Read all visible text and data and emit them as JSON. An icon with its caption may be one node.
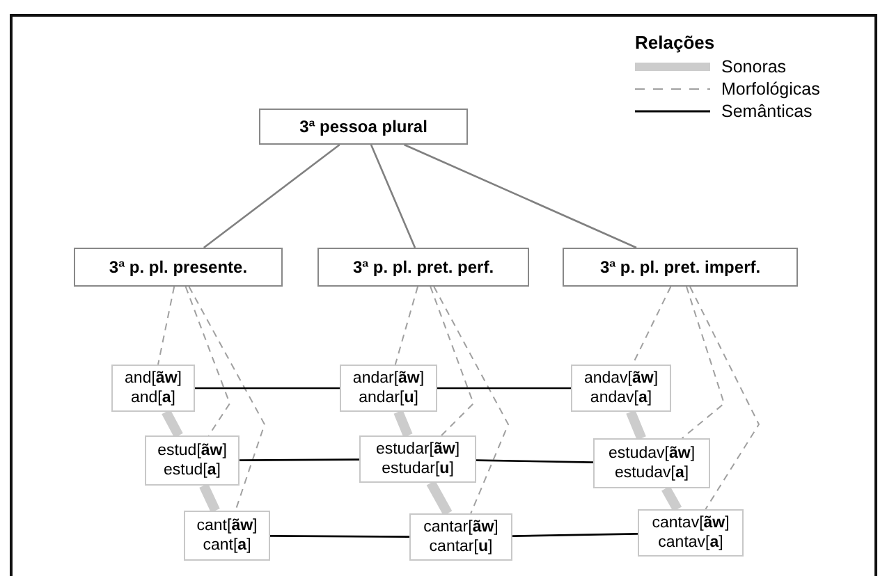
{
  "diagram": {
    "nodes": [
      {
        "text": [
          "3ª pessoa plural"
        ]
      },
      {
        "text": [
          "3ª p. pl. presente."
        ]
      },
      {
        "text": [
          "3ª p. pl. pret. perf."
        ]
      },
      {
        "text": [
          "3ª p. pl. pret. imperf."
        ]
      },
      {
        "text": [
          "and[**ãw**]",
          "and[**a**]"
        ]
      },
      {
        "text": [
          "andar[**ãw**]",
          "andar[**u**]"
        ]
      },
      {
        "text": [
          "andav[**ãw**]",
          "andav[**a**]"
        ]
      },
      {
        "text": [
          "estud[**ãw**]",
          "estud[**a**]"
        ]
      },
      {
        "text": [
          "estudar[**ãw**]",
          "estudar[**u**]"
        ]
      },
      {
        "text": [
          "estudav[**ãw**]",
          "estudav[**a**]"
        ]
      },
      {
        "text": [
          "cant[**ãw**]",
          "cant[**a**]"
        ]
      },
      {
        "text": [
          "cantar[**ãw**]",
          "cantar[**u**]"
        ]
      },
      {
        "text": [
          "cantav[**ãw**]",
          "cantav[**a**]"
        ]
      }
    ],
    "edges": [
      {
        "from": 0,
        "to": 1,
        "arrow": "none",
        "color": "#808080"
      },
      {
        "from": 0,
        "to": 2,
        "arrow": "none",
        "color": "#808080"
      },
      {
        "from": 0,
        "to": 3,
        "arrow": "none",
        "color": "#808080"
      },
      {
        "from": 1,
        "to": 4,
        "arrow": "none",
        "style": "dashed",
        "color": "#a0a0a0"
      },
      {
        "from": 1,
        "to": 7,
        "arrow": "none",
        "style": "dashed",
        "color": "#a0a0a0"
      },
      {
        "from": 1,
        "to": 10,
        "arrow": "none",
        "style": "dashed",
        "color": "#a0a0a0"
      },
      {
        "from": 2,
        "to": 5,
        "arrow": "none",
        "style": "dashed",
        "color": "#a0a0a0"
      },
      {
        "from": 2,
        "to": 8,
        "arrow": "none",
        "style": "dashed",
        "color": "#a0a0a0"
      },
      {
        "from": 2,
        "to": 11,
        "arrow": "none",
        "style": "dashed",
        "color": "#a0a0a0"
      },
      {
        "from": 3,
        "to": 6,
        "arrow": "none",
        "style": "dashed",
        "color": "#a0a0a0"
      },
      {
        "from": 3,
        "to": 9,
        "arrow": "none",
        "style": "dashed",
        "color": "#a0a0a0"
      },
      {
        "from": 3,
        "to": 12,
        "arrow": "none",
        "style": "dashed",
        "color": "#a0a0a0"
      },
      {
        "from": 4,
        "to": 7,
        "arrow": "none",
        "style": "thick",
        "color": "#cccccc"
      },
      {
        "from": 7,
        "to": 10,
        "arrow": "none",
        "style": "thick",
        "color": "#cccccc"
      },
      {
        "from": 5,
        "to": 8,
        "arrow": "none",
        "style": "thick",
        "color": "#cccccc"
      },
      {
        "from": 8,
        "to": 11,
        "arrow": "none",
        "style": "thick",
        "color": "#cccccc"
      },
      {
        "from": 6,
        "to": 9,
        "arrow": "none",
        "style": "thick",
        "color": "#cccccc"
      },
      {
        "from": 9,
        "to": 12,
        "arrow": "none",
        "style": "thick",
        "color": "#cccccc"
      },
      {
        "from": 4,
        "to": 5,
        "arrow": "none",
        "color": "#000000"
      },
      {
        "from": 5,
        "to": 6,
        "arrow": "none",
        "color": "#000000"
      },
      {
        "from": 7,
        "to": 8,
        "arrow": "none",
        "color": "#000000"
      },
      {
        "from": 8,
        "to": 9,
        "arrow": "none",
        "color": "#000000"
      },
      {
        "from": 10,
        "to": 11,
        "arrow": "none",
        "color": "#000000"
      },
      {
        "from": 11,
        "to": 12,
        "arrow": "none",
        "color": "#000000"
      }
    ],
    "labels": [
      "Relações"
    ],
    "legend": [
      {
        "text": "Sonoras"
      },
      {
        "text": "Morfológicas"
      },
      {
        "text": "Semânticas"
      }
    ]
  }
}
